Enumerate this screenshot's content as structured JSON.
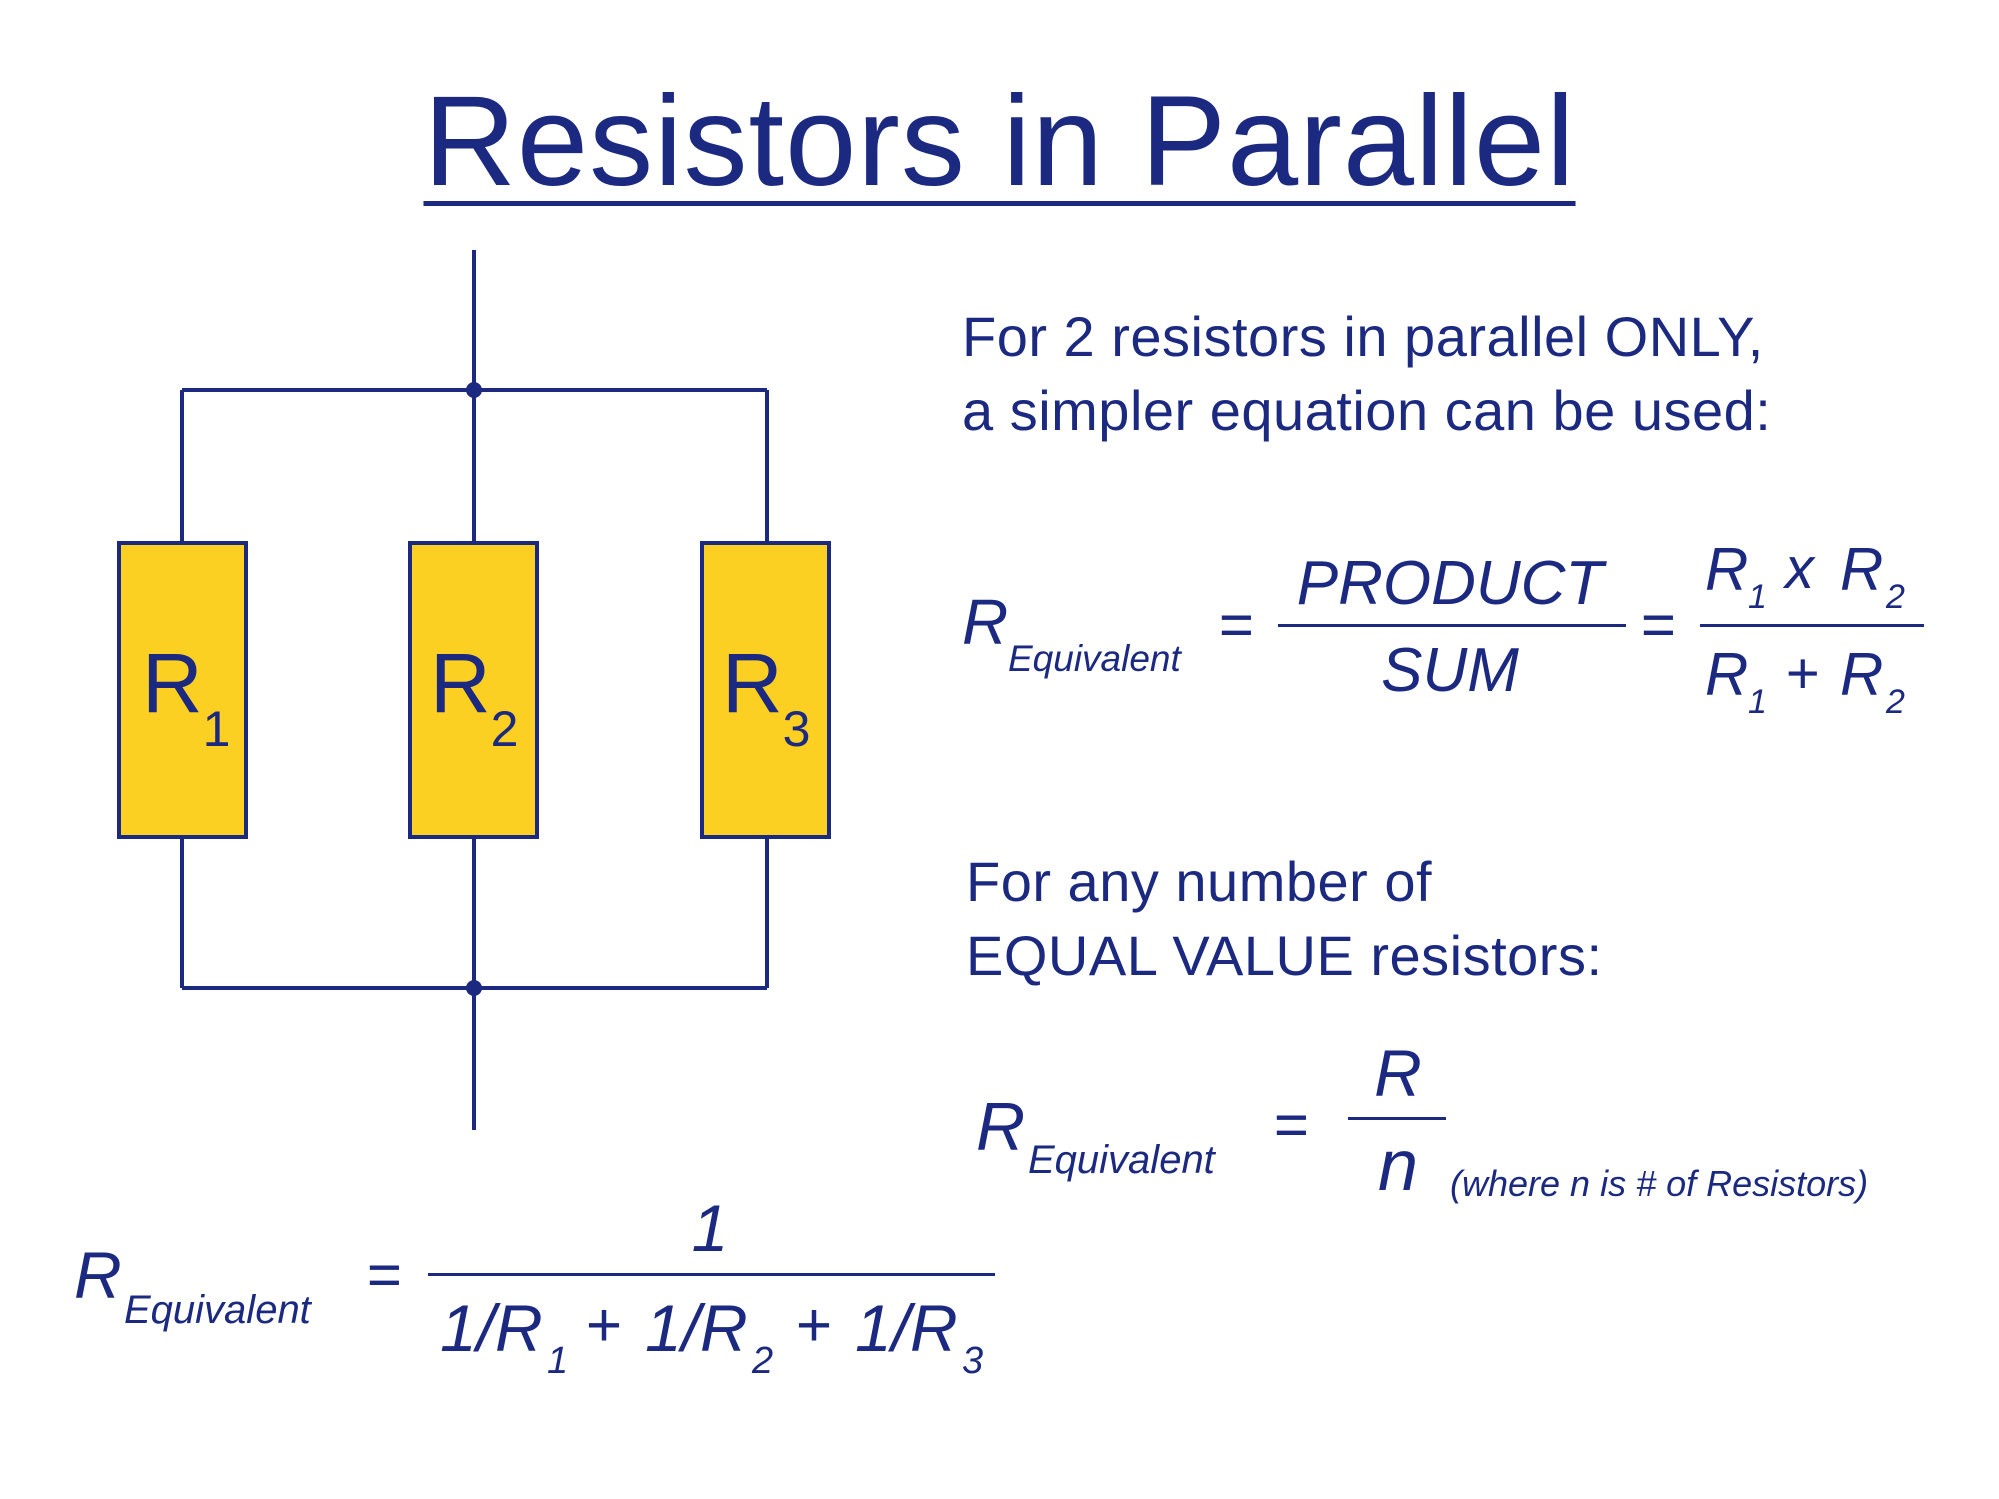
{
  "title": "Resistors in Parallel",
  "colors": {
    "ink": "#1b2a80",
    "resistor_fill": "#fcd022",
    "background": "#ffffff"
  },
  "circuit": {
    "resistors": [
      {
        "letter": "R",
        "index": "1"
      },
      {
        "letter": "R",
        "index": "2"
      },
      {
        "letter": "R",
        "index": "3"
      }
    ]
  },
  "two_resistor": {
    "text_line1": "For 2 resistors in parallel ONLY,",
    "text_line2": "a simpler equation can be used:",
    "lhs_symbol": "R",
    "lhs_subscript": "Equivalent",
    "equals": "=",
    "numerator_words": "PRODUCT",
    "denominator_words": "SUM",
    "equals2": "=",
    "num_r": "R",
    "num_i1": "1",
    "num_op": "x",
    "num_i2": "2",
    "den_r": "R",
    "den_i1": "1",
    "den_op": "+",
    "den_i2": "2"
  },
  "equal_value": {
    "text_line1": "For any number of",
    "text_line2": "EQUAL VALUE resistors:",
    "lhs_symbol": "R",
    "lhs_subscript": "Equivalent",
    "equals": "=",
    "numerator": "R",
    "denominator": "n",
    "note": "(where n is # of Resistors)"
  },
  "general": {
    "lhs_symbol": "R",
    "lhs_subscript": "Equivalent",
    "equals": "=",
    "numerator": "1",
    "term1": "1/R",
    "sub1": "1",
    "plus1": "+",
    "term2": "1/R",
    "sub2": "2",
    "plus2": "+",
    "term3": "1/R",
    "sub3": "3"
  }
}
